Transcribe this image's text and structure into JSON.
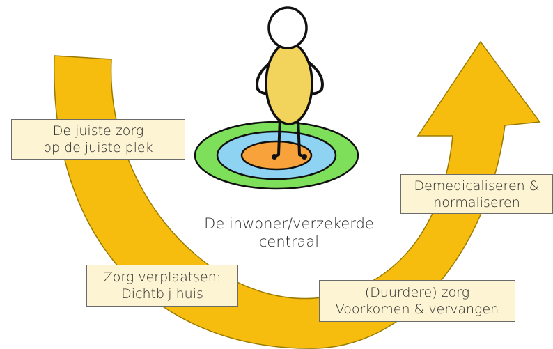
{
  "colors": {
    "arrow": "#f6bd0f",
    "arrow_stroke": "#9a7b00",
    "ring_outer": "#7ee05a",
    "ring_middle": "#8fd3f2",
    "ring_inner": "#f7a23a",
    "figure_body": "#f2d45c",
    "label_background": "#fdf4d3"
  },
  "labels": {
    "juiste_zorg": {
      "line1": "De juiste zorg",
      "line2": "op de juiste plek"
    },
    "zorg_verplaatsen": {
      "line1": "Zorg verplaatsen:",
      "line2": "Dichtbij huis"
    },
    "duurdere_zorg": {
      "line1": "(Duurdere) zorg",
      "line2": "Voorkomen & vervangen"
    },
    "demedicaliseren": {
      "line1": "Demedicaliseren &",
      "line2": "normaliseren"
    }
  },
  "center": {
    "line1": "De inwoner/verzekerde",
    "line2": "centraal"
  }
}
